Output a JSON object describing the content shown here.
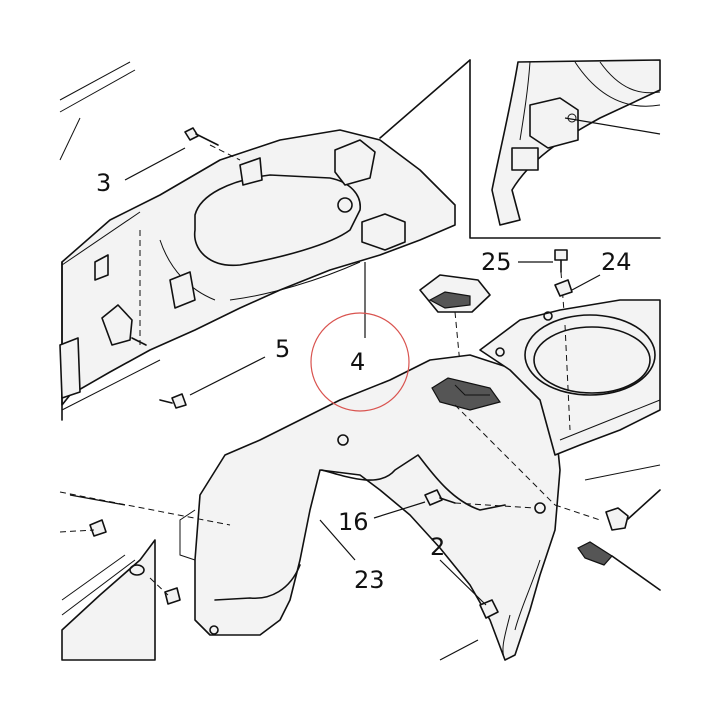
{
  "callouts": {
    "c2": "2",
    "c3": "3",
    "c4": "4",
    "c5": "5",
    "c16": "16",
    "c23": "23",
    "c24": "24",
    "c25": "25"
  },
  "colors": {
    "line": "#111111",
    "highlight_circle": "#d9534f",
    "background": "#ffffff"
  }
}
